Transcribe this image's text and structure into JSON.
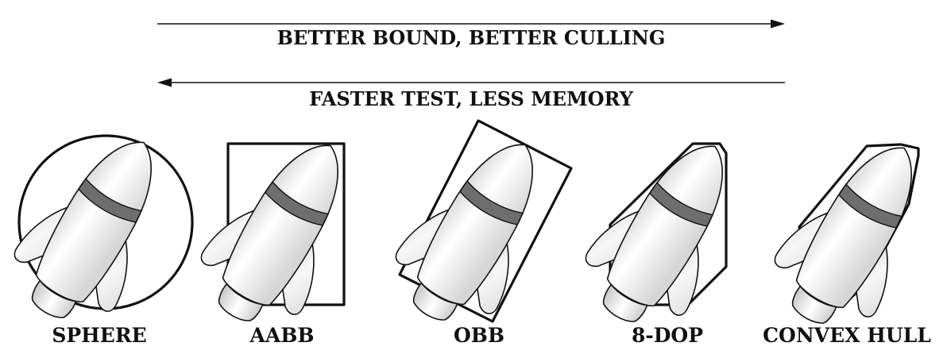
{
  "captions": {
    "top": "BETTER BOUND, BETTER CULLING",
    "bottom": "FASTER TEST, LESS MEMORY"
  },
  "arrows": {
    "top_direction": "right",
    "bottom_direction": "left"
  },
  "volumes": [
    {
      "label": "SPHERE",
      "shape": "circle"
    },
    {
      "label": "AABB",
      "shape": "axis-aligned-box"
    },
    {
      "label": "OBB",
      "shape": "oriented-box"
    },
    {
      "label": "8-DOP",
      "shape": "octagon"
    },
    {
      "label": "CONVEX HULL",
      "shape": "convex-hull"
    }
  ],
  "colors": {
    "stroke": "#111111",
    "band": "#6e6e6e",
    "background": "#ffffff"
  }
}
